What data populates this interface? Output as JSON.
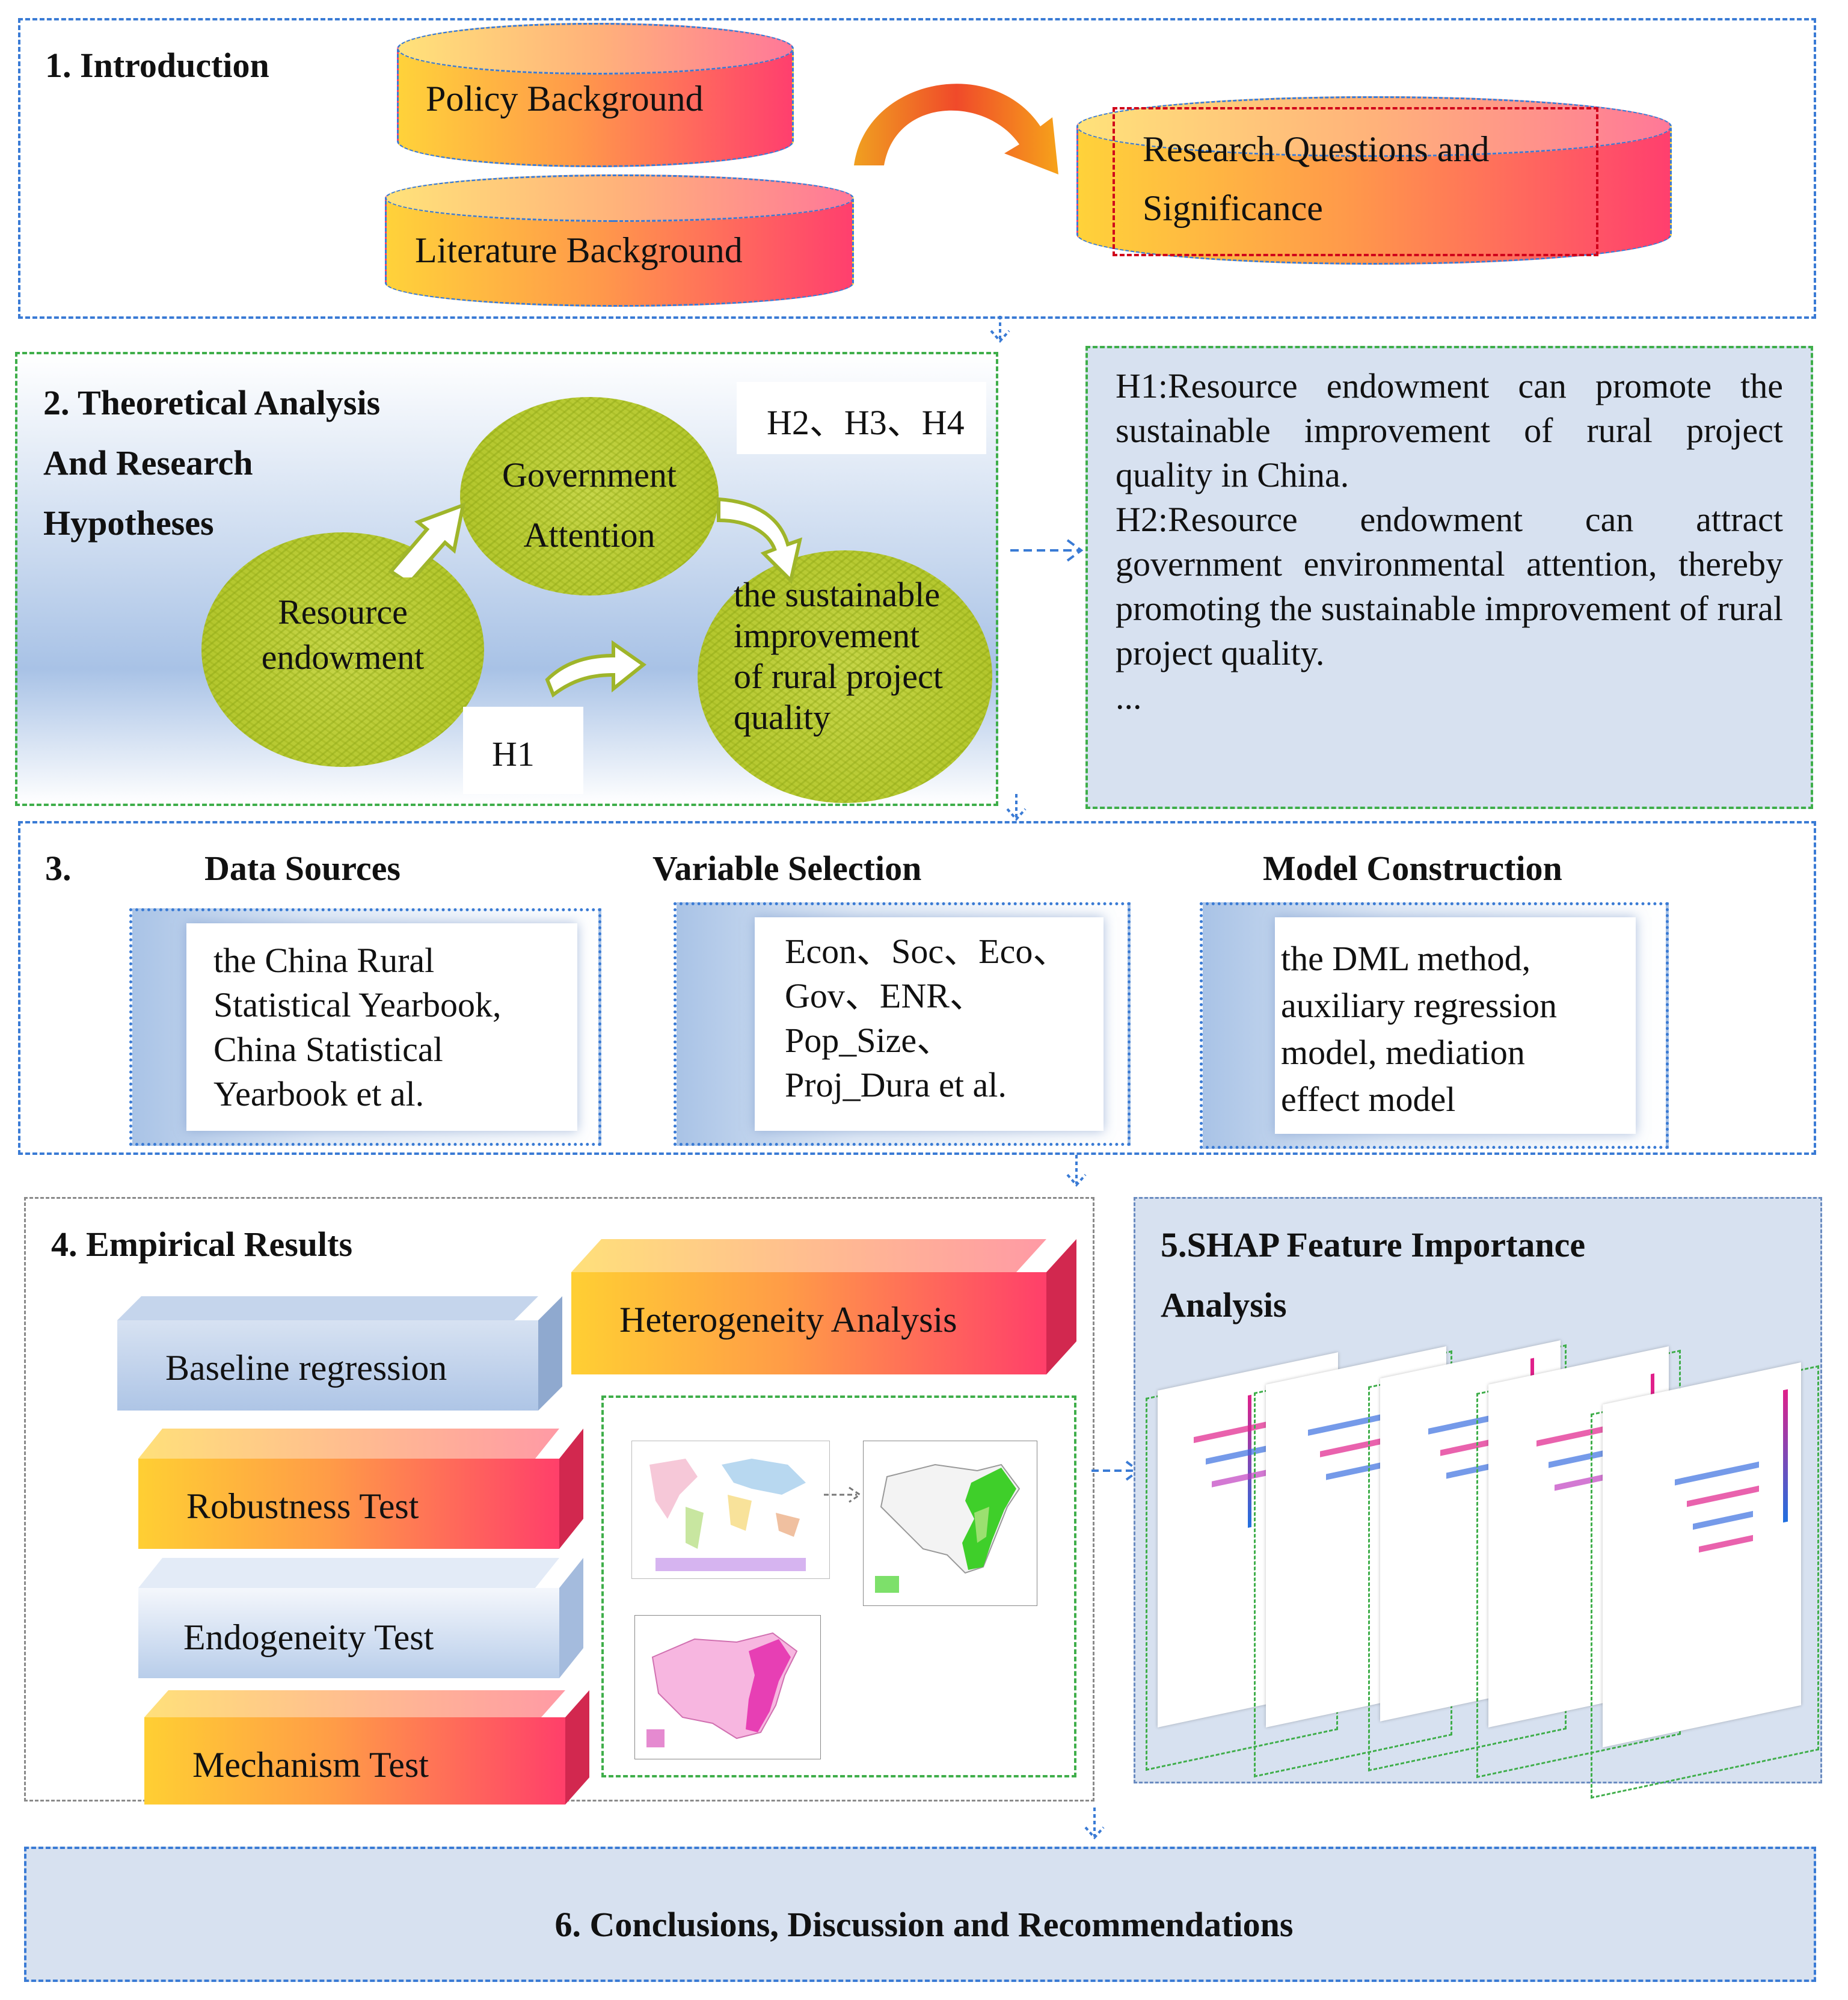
{
  "sections": {
    "intro": {
      "title": "1. Introduction",
      "policy": "Policy Background",
      "literature": "Literature Background",
      "research_line1": "Research  Questions  and",
      "research_line2": "Significance"
    },
    "theory": {
      "title": "2. Theoretical Analysis\nAnd Research\nHypotheses",
      "h234": "H2、H3、H4",
      "h1": "H1",
      "government": "Government\nAttention",
      "resource": "Resource\nendowment",
      "sustainable": "the sustainable\nimprovement\nof rural project\nquality"
    },
    "hypotheses": {
      "h1_text": "H1:Resource endowment can promote the sustainable improvement of rural project quality in China.",
      "h2_text": "H2:Resource endowment can attract government environmental attention, thereby promoting the sustainable improvement of rural project quality.",
      "ellipsis": "..."
    },
    "method": {
      "number": "3.",
      "data_title": "Data Sources",
      "data_text": "the China Rural\nStatistical Yearbook,\nChina Statistical\nYearbook et al.",
      "var_title": "Variable Selection",
      "var_text": "Econ、Soc、Eco、\nGov、ENR、\nPop_Size、\nProj_Dura et al.",
      "model_title": "Model Construction",
      "model_text": "the DML method,\nauxiliary regression\nmodel, mediation\neffect model"
    },
    "empirical": {
      "title": "4. Empirical Results",
      "heterogeneity": "Heterogeneity Analysis",
      "baseline": "Baseline regression",
      "robustness": "Robustness Test",
      "endogeneity": "Endogeneity Test",
      "mechanism": "Mechanism Test"
    },
    "shap": {
      "title": "5.SHAP Feature Importance\nAnalysis"
    },
    "conclusion": {
      "title": "6. Conclusions, Discussion and Recommendations"
    }
  },
  "colors": {
    "dash_blue": "#3a7bd5",
    "dash_green": "#3fae4a",
    "warm_start": "#ffd23a",
    "warm_end": "#ff3f6e",
    "blob_green": "#b5c82f",
    "panel_blue": "#d7e1f0"
  }
}
